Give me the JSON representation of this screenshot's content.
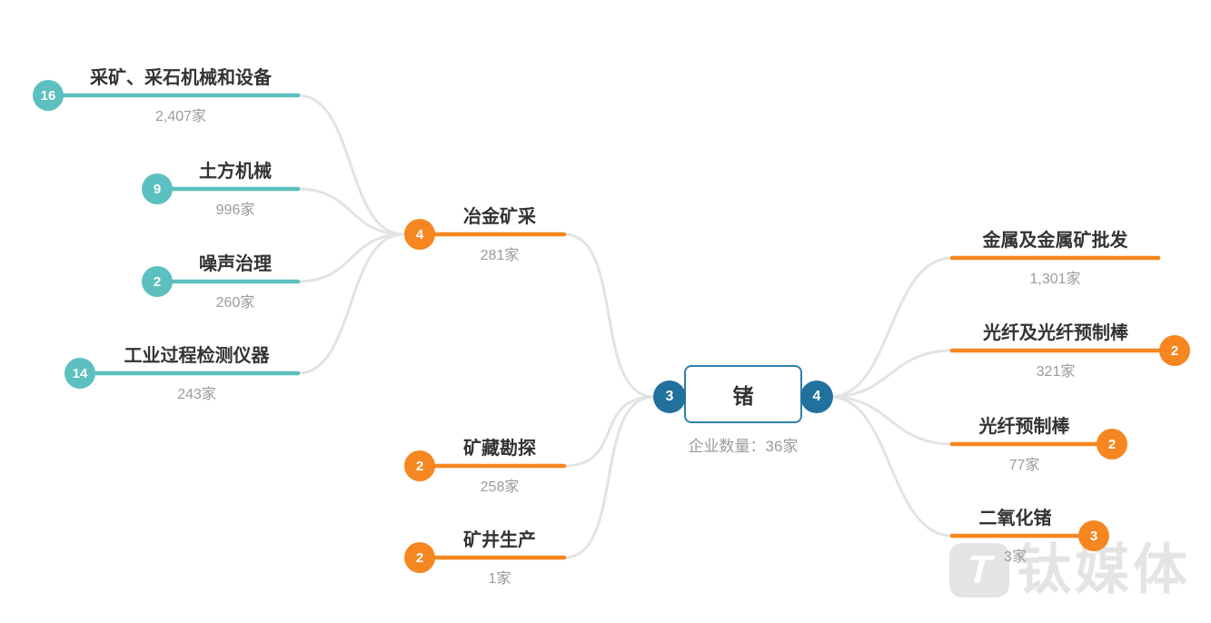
{
  "center_node": {
    "label": "锗",
    "subtitle": "企业数量：36家",
    "upstream_badge": "3",
    "downstream_badge": "4"
  },
  "upstream_level1": [
    {
      "label": "冶金矿采",
      "count": "281家",
      "badge": "4"
    },
    {
      "label": "矿藏勘探",
      "count": "258家",
      "badge": "2"
    },
    {
      "label": "矿井生产",
      "count": "1家",
      "badge": "2"
    }
  ],
  "upstream_level2": [
    {
      "label": "采矿、采石机械和设备",
      "count": "2,407家",
      "badge": "16"
    },
    {
      "label": "土方机械",
      "count": "996家",
      "badge": "9"
    },
    {
      "label": "噪声治理",
      "count": "260家",
      "badge": "2"
    },
    {
      "label": "工业过程检测仪器",
      "count": "243家",
      "badge": "14"
    }
  ],
  "downstream": [
    {
      "label": "金属及金属矿批发",
      "count": "1,301家"
    },
    {
      "label": "光纤及光纤预制棒",
      "count": "321家",
      "badge": "2"
    },
    {
      "label": "光纤预制棒",
      "count": "77家",
      "badge": "2"
    },
    {
      "label": "二氧化锗",
      "count": "3家",
      "badge": "3"
    }
  ],
  "watermark": {
    "brand": "钛媒体",
    "logo_glyph": "T"
  },
  "colors": {
    "teal": "#5bc0bf",
    "orange": "#f6861f",
    "hub_blue": "#20719e",
    "center_border": "#2e7fad",
    "connector_gray": "#e3e3e3",
    "label_text": "#333333",
    "count_text": "#9b9b9b",
    "watermark_gray": "#e4e4e4"
  }
}
